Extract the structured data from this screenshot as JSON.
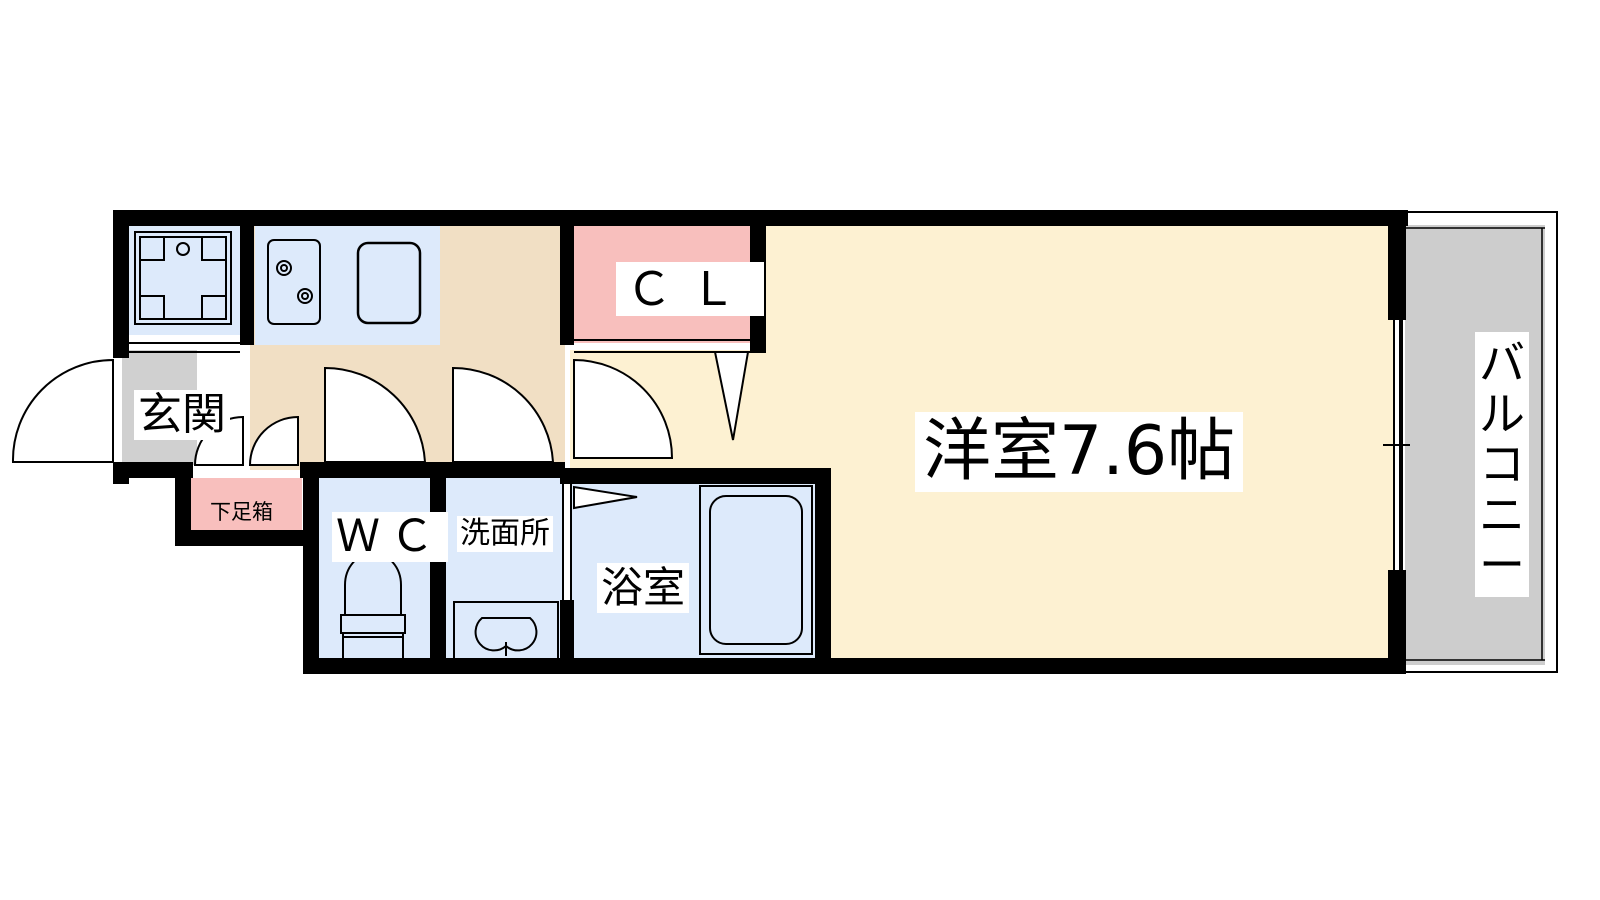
{
  "rooms": {
    "main_room": "洋室7.6帖",
    "closet": "ＣＬ",
    "entrance": "玄関",
    "shoe_box": "下足箱",
    "toilet": "ＷＣ",
    "washroom": "洗面所",
    "bathroom": "浴室",
    "balcony": "バルコニー"
  },
  "colors": {
    "wall": "#000000",
    "western_room": "#fdf1d2",
    "kitchen_corridor": "#f1dfc4",
    "wet_area": "#ddeafb",
    "closet": "#f8bfbd",
    "shoe_box": "#f8bfbd",
    "entrance_floor": "#d0d0d0",
    "balcony": "#cdcdcd"
  },
  "fixture_icons": [
    "washing-machine-icon",
    "gas-stove-icon",
    "kitchen-sink-icon",
    "toilet-icon",
    "wash-basin-icon",
    "bathtub-icon"
  ]
}
